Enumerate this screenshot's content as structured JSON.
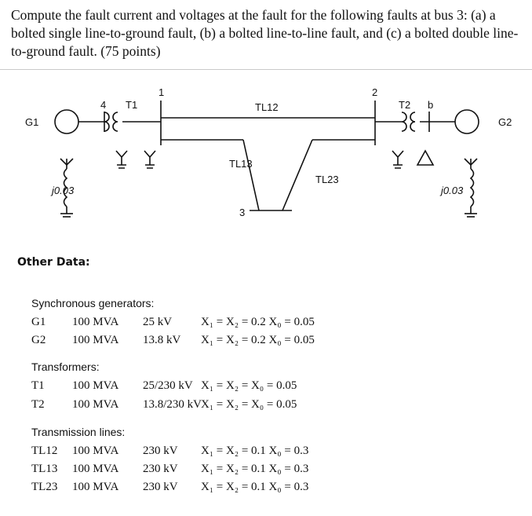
{
  "problem": {
    "text": "Compute the fault current and voltages at the fault for the following faults at bus 3: (a) a bolted single line-to-ground fault, (b) a bolted line-to-line fault, and (c) a bolted double line-to-ground fault. (75 points)"
  },
  "diagram": {
    "gen_left": "G1",
    "gen_right": "G2",
    "bus_1": "1",
    "bus_2": "2",
    "bus_3": "3",
    "bus_4": "4",
    "bus_b": "b",
    "t1": "T1",
    "t2": "T2",
    "tl12": "TL12",
    "tl13": "TL13",
    "tl23": "TL23",
    "z_left": "j0.03",
    "z_right": "j0.03"
  },
  "other_data": {
    "title": "Other Data:",
    "generators": {
      "title": "Synchronous generators:",
      "rows": [
        {
          "name": "G1",
          "rating": "100 MVA",
          "voltage": "25 kV",
          "reactance": "X₁ = X₂ = 0.2  X₀ = 0.05"
        },
        {
          "name": "G2",
          "rating": "100 MVA",
          "voltage": "13.8 kV",
          "reactance": "X₁ = X₂ = 0.2  X₀ = 0.05"
        }
      ]
    },
    "transformers": {
      "title": "Transformers:",
      "rows": [
        {
          "name": "T1",
          "rating": "100 MVA",
          "voltage": "25/230 kV",
          "reactance": "X₁ = X₂ = X₀ = 0.05"
        },
        {
          "name": "T2",
          "rating": "100 MVA",
          "voltage": "13.8/230 kV",
          "reactance": "X₁ = X₂ = X₀ = 0.05"
        }
      ]
    },
    "lines": {
      "title": "Transmission lines:",
      "rows": [
        {
          "name": "TL12",
          "rating": "100 MVA",
          "voltage": "230 kV",
          "reactance": "X₁ = X₂ = 0.1  X₀ = 0.3"
        },
        {
          "name": "TL13",
          "rating": "100 MVA",
          "voltage": "230 kV",
          "reactance": "X₁ = X₂ = 0.1  X₀ = 0.3"
        },
        {
          "name": "TL23",
          "rating": "100 MVA",
          "voltage": "230 kV",
          "reactance": "X₁ = X₂ = 0.1  X₀ = 0.3"
        }
      ]
    }
  }
}
